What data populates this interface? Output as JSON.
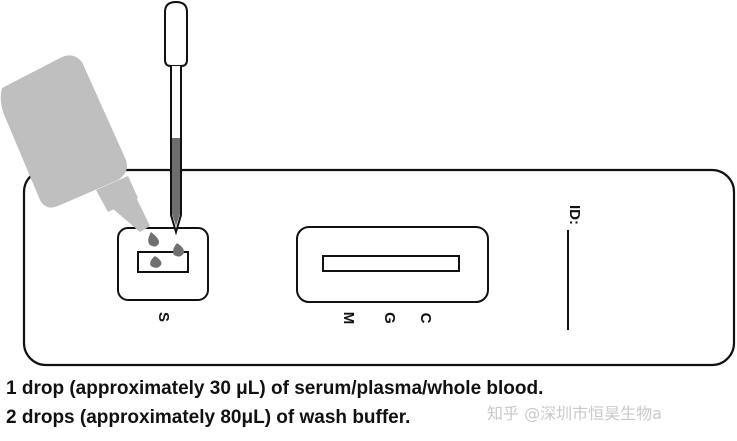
{
  "cassette": {
    "sample_well_label": "S",
    "window_labels": [
      "M",
      "G",
      "C"
    ],
    "id_label": "ID:"
  },
  "instructions": {
    "line1": "1 drop (approximately 30 μL) of serum/plasma/whole blood.",
    "line2": "2 drops (approximately 80μL) of wash buffer."
  },
  "watermark": "知乎 @深圳市恒昊生物a"
}
